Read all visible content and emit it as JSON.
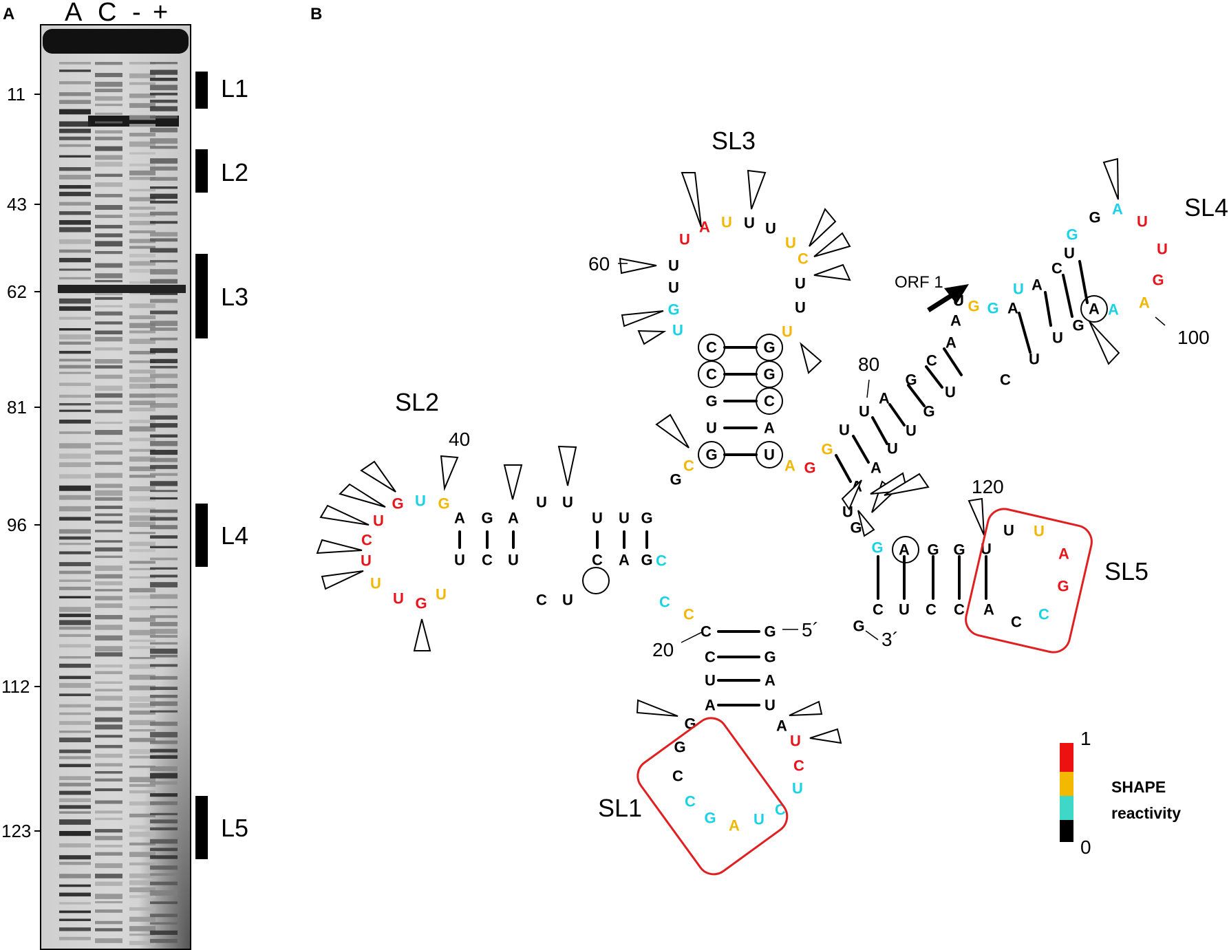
{
  "panel_a": {
    "letter": "A",
    "lanes": [
      "A",
      "C",
      "-",
      "+"
    ],
    "markers": [
      "11",
      "43",
      "62",
      "81",
      "96",
      "112",
      "123"
    ],
    "loops": [
      "L1",
      "L2",
      "L3",
      "L4",
      "L5"
    ]
  },
  "panel_b": {
    "letter": "B",
    "stem_loops": [
      "SL1",
      "SL2",
      "SL3",
      "SL4",
      "SL5"
    ],
    "position_labels": [
      "20",
      "40",
      "60",
      "80",
      "100",
      "120"
    ],
    "end_labels": {
      "five_prime": "5´",
      "three_prime": "3´"
    },
    "orf_label": "ORF 1",
    "legend": {
      "title_line1": "SHAPE",
      "title_line2": "reactivity",
      "max_label": "1",
      "min_label": "0",
      "colors": [
        "#ee1111",
        "#f5b800",
        "#3fd8c8",
        "#000000"
      ]
    },
    "reactivity_colors": {
      "K": "#000000",
      "C": "#1ad2e6",
      "Y": "#f2b705",
      "R": "#e8141b"
    }
  }
}
